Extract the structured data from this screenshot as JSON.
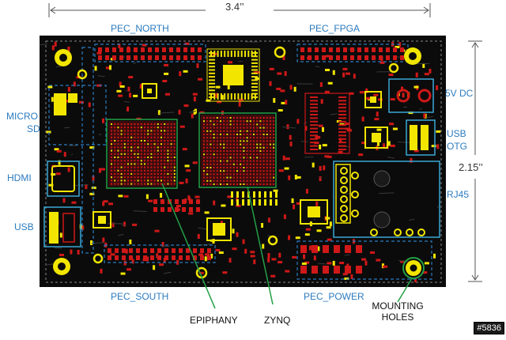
{
  "dimensions": {
    "width_label": "3.4’’",
    "height_label": "2.15’’"
  },
  "labels": {
    "pec_north": "PEC_NORTH",
    "pec_fpga": "PEC_FPGA",
    "pec_south": "PEC_SOUTH",
    "pec_power": "PEC_POWER",
    "micro": "MICRO",
    "sd": "SD",
    "hdmi": "HDMI",
    "usb_left": "USB",
    "dc_5v": "5V DC",
    "usb_right": "USB",
    "otg": "OTG",
    "rj45": "RJ45"
  },
  "callouts": {
    "epiphany": "EPIPHANY",
    "zynq": "ZYNQ",
    "mounting_line1": "MOUNTING",
    "mounting_line2": "HOLES"
  },
  "image_tag": "#5836",
  "colors": {
    "board": "#0b0b0b",
    "label_blue": "#2b7bbf",
    "copper_red": "#d01818",
    "pad_yellow": "#f2e600",
    "chip_outline_green": "#23a046",
    "connector_outline_cyan": "#3aa7d6"
  }
}
